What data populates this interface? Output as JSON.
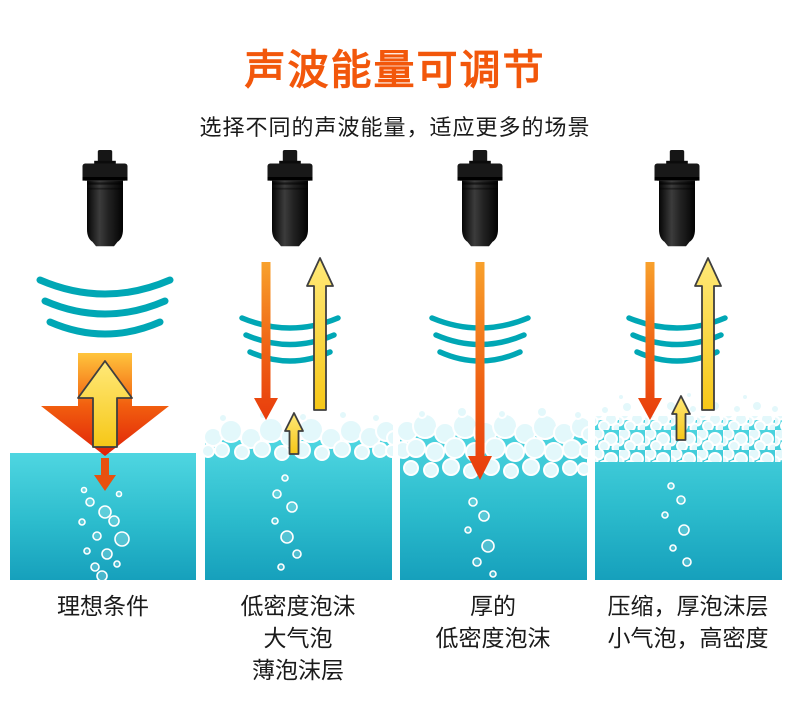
{
  "page": {
    "title": "声波能量可调节",
    "subtitle": "选择不同的声波能量，适应更多的场景"
  },
  "columns": [
    {
      "id": "ideal-conditions",
      "label_lines": [
        "理想条件"
      ]
    },
    {
      "id": "low-density-foam",
      "label_lines": [
        "低密度泡沫",
        "大气泡",
        "薄泡沫层"
      ]
    },
    {
      "id": "thick-low-density-foam",
      "label_lines": [
        "厚的",
        "低密度泡沫"
      ]
    },
    {
      "id": "compressed-foam",
      "label_lines": [
        "压缩，厚泡沫层",
        "小气泡，高密度"
      ]
    }
  ],
  "icons": {
    "sensor": "ultrasonic-sensor-icon",
    "wave": "sound-wave-icon",
    "signal": "signal-down-arrow-icon",
    "echo": "echo-up-arrow-icon"
  },
  "colors": {
    "title": "#f2570b",
    "wave": "#00a7b5",
    "water_top": "#4fd6e1",
    "water_bottom": "#16a0bc",
    "signal_arrow": "#e8420e",
    "echo_arrow": "#f8c81c",
    "text": "#1a1a1a",
    "background": "#ffffff"
  }
}
